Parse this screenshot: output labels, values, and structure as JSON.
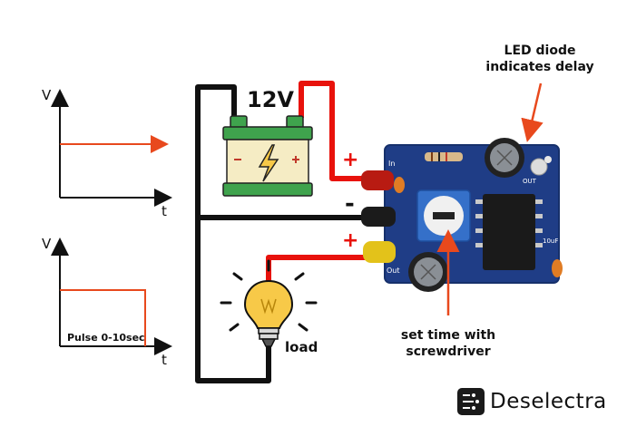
{
  "battery": {
    "label": "12V"
  },
  "graph_top": {
    "y_label": "V",
    "x_label": "t"
  },
  "graph_bottom": {
    "y_label": "V",
    "x_label": "t",
    "pulse_label": "Pulse 0-10sec"
  },
  "load": {
    "label": "load"
  },
  "annotations": {
    "led_line1": "LED diode",
    "led_line2": "indicates delay",
    "pot_line1": "set time with",
    "pot_line2": "screwdriver"
  },
  "terminals": {
    "plus_top": "+",
    "minus": "-",
    "plus_bottom": "+"
  },
  "board": {
    "in_label": "In",
    "out_label": "Out",
    "out_label2": "OUT",
    "cap_label": "10uF"
  },
  "brand": {
    "name": "Deselectra"
  },
  "colors": {
    "wire_red": "#e8120c",
    "wire_black": "#111111",
    "signal_orange": "#e8491d",
    "pcb_blue": "#1f3d86",
    "battery_green": "#3fa34d",
    "battery_body": "#f5ecc4",
    "bulb_yellow": "#f7c948"
  },
  "icons": [
    "lightning-icon",
    "lightbulb-icon",
    "chip-logo-icon",
    "arrow-icon"
  ]
}
